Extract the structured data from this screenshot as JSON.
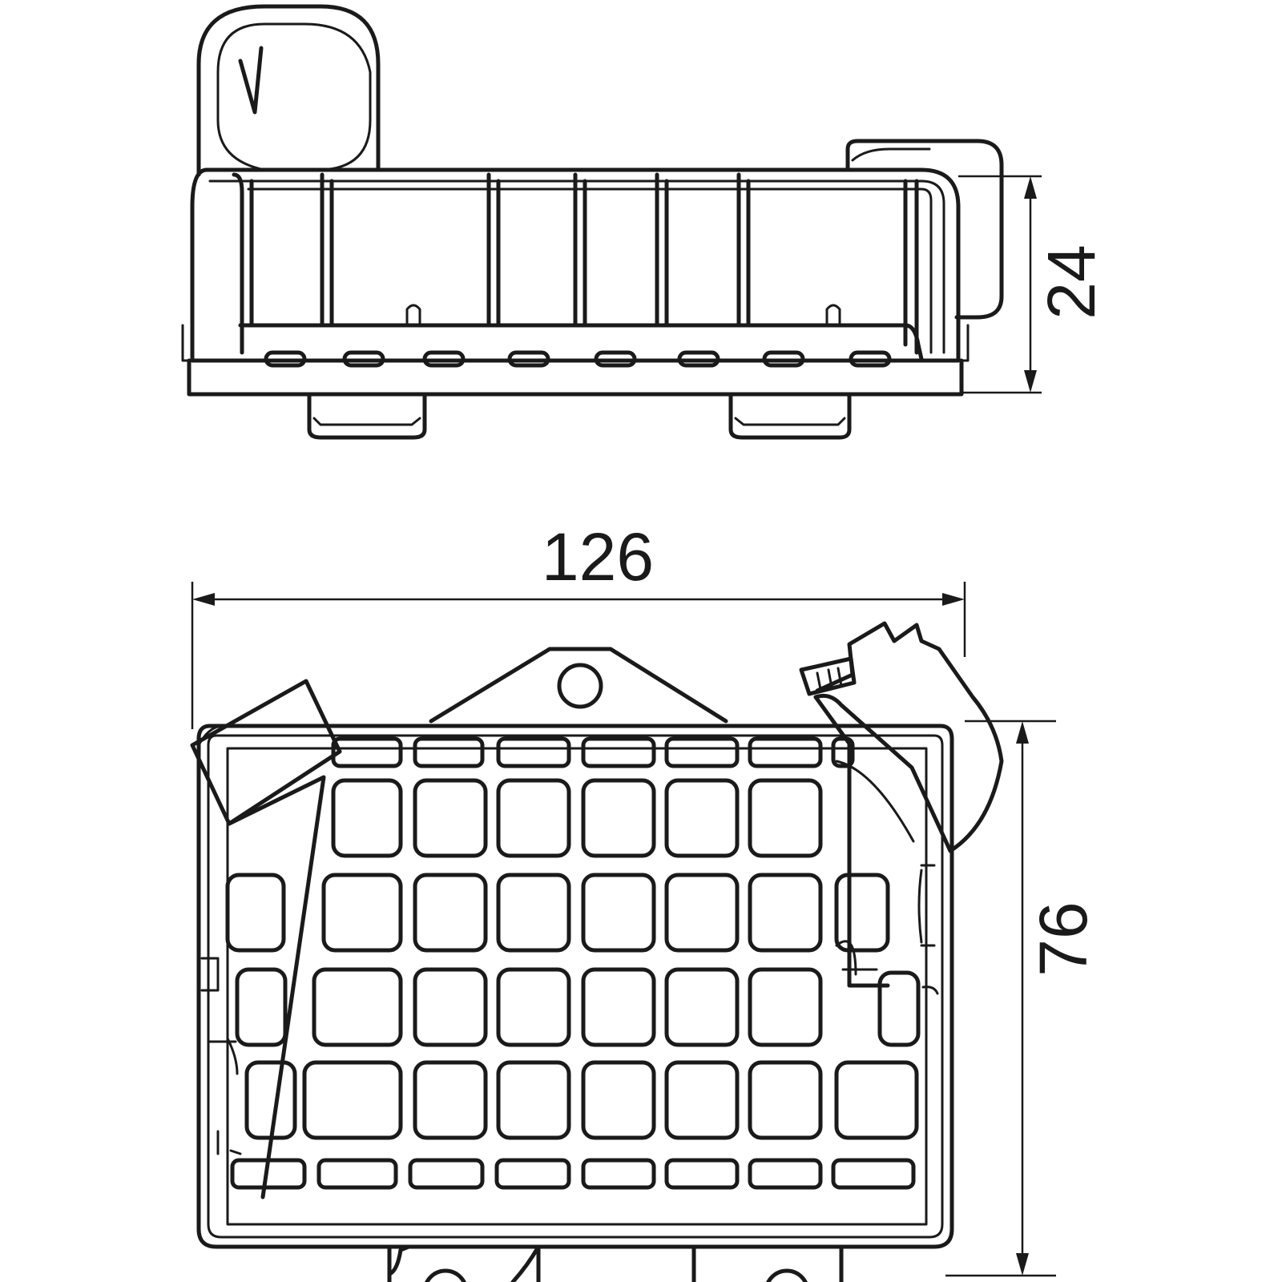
{
  "dimensions": {
    "height_side_view": "24",
    "width": "126",
    "depth": "76"
  },
  "colors": {
    "line": "#1a1a1a",
    "background": "#ffffff"
  }
}
